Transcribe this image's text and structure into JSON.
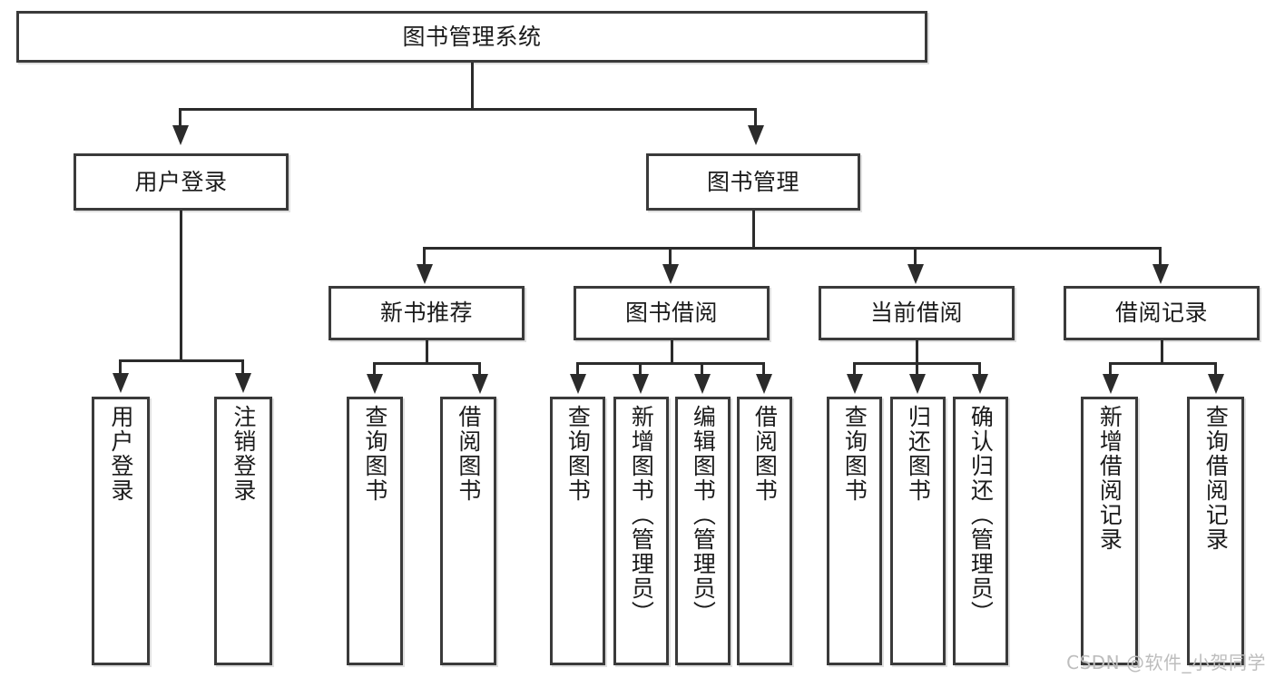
{
  "diagram": {
    "title": "图书管理系统",
    "type": "tree-hierarchy-diagram",
    "root": {
      "id": "root",
      "label": "图书管理系统"
    },
    "level2": [
      {
        "id": "user-login",
        "label": "用户登录"
      },
      {
        "id": "book-management",
        "label": "图书管理"
      }
    ],
    "level3": [
      {
        "id": "new-book-recommend",
        "label": "新书推荐",
        "parent": "book-management"
      },
      {
        "id": "book-borrow",
        "label": "图书借阅",
        "parent": "book-management"
      },
      {
        "id": "current-borrow",
        "label": "当前借阅",
        "parent": "book-management"
      },
      {
        "id": "borrow-record",
        "label": "借阅记录",
        "parent": "book-management"
      }
    ],
    "leaves": [
      {
        "id": "leaf-user-login",
        "label": "用户登录",
        "parent": "user-login"
      },
      {
        "id": "leaf-logout-login",
        "label": "注销登录",
        "parent": "user-login"
      },
      {
        "id": "leaf-query-book-1",
        "label": "查询图书",
        "parent": "new-book-recommend"
      },
      {
        "id": "leaf-borrow-book-1",
        "label": "借阅图书",
        "parent": "new-book-recommend"
      },
      {
        "id": "leaf-query-book-2",
        "label": "查询图书",
        "parent": "book-borrow"
      },
      {
        "id": "leaf-add-book",
        "label": "新增图书（管理员）",
        "parent": "book-borrow"
      },
      {
        "id": "leaf-edit-book",
        "label": "编辑图书（管理员）",
        "parent": "book-borrow"
      },
      {
        "id": "leaf-borrow-book-2",
        "label": "借阅图书",
        "parent": "book-borrow"
      },
      {
        "id": "leaf-query-book-3",
        "label": "查询图书",
        "parent": "current-borrow"
      },
      {
        "id": "leaf-return-book",
        "label": "归还图书",
        "parent": "current-borrow"
      },
      {
        "id": "leaf-confirm-return",
        "label": "确认归还（管理员）",
        "parent": "current-borrow"
      },
      {
        "id": "leaf-add-borrow-record",
        "label": "新增借阅记录",
        "parent": "borrow-record"
      },
      {
        "id": "leaf-query-borrow-record",
        "label": "查询借阅记录",
        "parent": "borrow-record"
      }
    ],
    "watermark": "CSDN @软件_小贺同学",
    "colors": {
      "border": "#3a3a3a",
      "line": "#2b2b2b",
      "text": "#1b1b1b",
      "background": "#ffffff",
      "watermark": "#bdbdbd"
    }
  }
}
